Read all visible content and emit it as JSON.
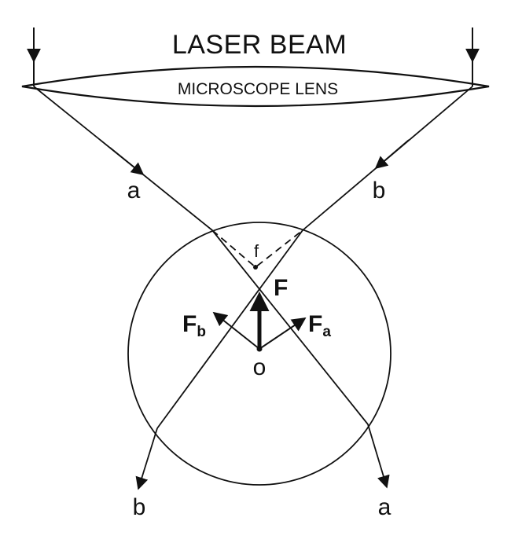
{
  "diagram": {
    "title": "LASER BEAM",
    "lens_label": "MICROSCOPE LENS",
    "ray_labels": {
      "a_in": "a",
      "b_in": "b",
      "b_out": "b",
      "a_out": "a"
    },
    "focus_label": "f",
    "center_label": "o",
    "net_force_label": "F",
    "force_b": {
      "main": "F",
      "sub": "b"
    },
    "force_a": {
      "main": "F",
      "sub": "a"
    },
    "colors": {
      "ink": "#111111",
      "background": "#ffffff"
    }
  }
}
